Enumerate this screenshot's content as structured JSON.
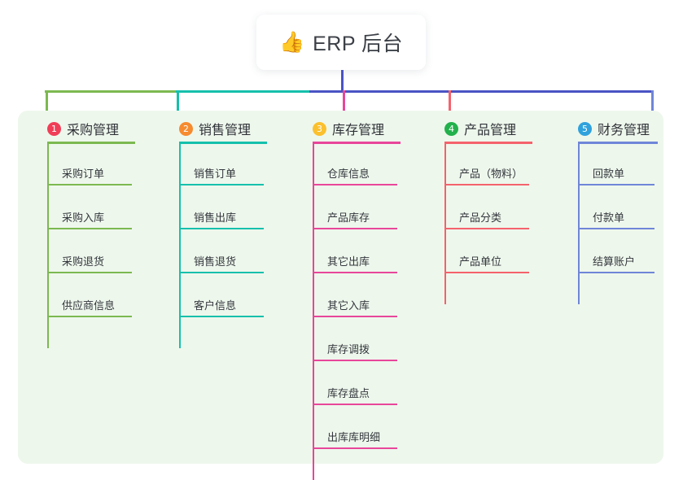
{
  "root": {
    "icon": "thumbs-up-emoji",
    "emoji": "👍",
    "title": "ERP 后台"
  },
  "palette": {
    "panel_background": "#eef7ec",
    "page_background": "#ffffff",
    "stem": "#4a54c4",
    "text": "#33373d"
  },
  "columns": [
    {
      "number": "1",
      "title": "采购管理",
      "badge_color": "#f03e58",
      "line_color": "#7cb951",
      "bus_color": "#7cb951",
      "items": [
        {
          "label": "采购订单"
        },
        {
          "label": "采购入库"
        },
        {
          "label": "采购退货"
        },
        {
          "label": "供应商信息"
        }
      ]
    },
    {
      "number": "2",
      "title": "销售管理",
      "badge_color": "#f68b30",
      "line_color": "#16c0ac",
      "bus_color": "#16c0ac",
      "items": [
        {
          "label": "销售订单"
        },
        {
          "label": "销售出库"
        },
        {
          "label": "销售退货"
        },
        {
          "label": "客户信息"
        }
      ]
    },
    {
      "number": "3",
      "title": "库存管理",
      "badge_color": "#fbc02d",
      "line_color": "#e8469a",
      "bus_color": "#4a54c4",
      "items": [
        {
          "label": "仓库信息"
        },
        {
          "label": "产品库存"
        },
        {
          "label": "其它出库"
        },
        {
          "label": "其它入库"
        },
        {
          "label": "库存调拨"
        },
        {
          "label": "库存盘点"
        },
        {
          "label": "出库库明细"
        }
      ]
    },
    {
      "number": "4",
      "title": "产品管理",
      "badge_color": "#22b14c",
      "line_color": "#f4626c",
      "bus_color": "#4a54c4",
      "items": [
        {
          "label": "产品（物料）"
        },
        {
          "label": "产品分类"
        },
        {
          "label": "产品单位"
        }
      ]
    },
    {
      "number": "5",
      "title": "财务管理",
      "badge_color": "#2fa2dd",
      "line_color": "#6f86d8",
      "bus_color": "#4a54c4",
      "items": [
        {
          "label": "回款单"
        },
        {
          "label": "付款单"
        },
        {
          "label": "结算账户"
        }
      ]
    }
  ]
}
